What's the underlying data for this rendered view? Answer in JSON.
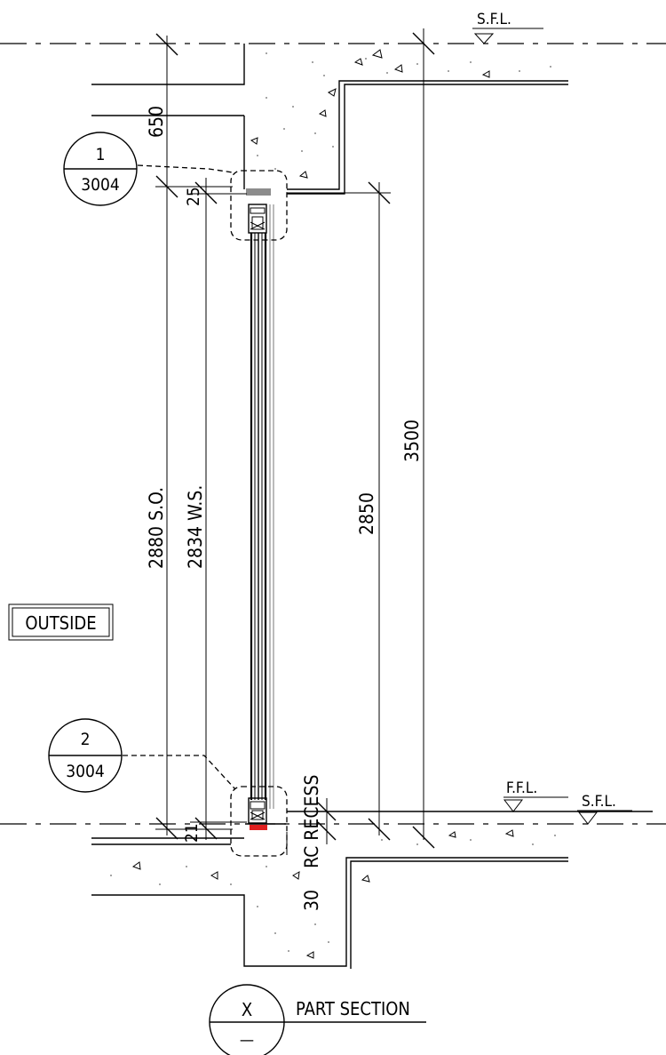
{
  "drawing": {
    "levels": {
      "top_sfl": "S.F.L.",
      "bottom_ffl": "F.F.L.",
      "bottom_sfl": "S.F.L."
    },
    "dimensions": {
      "top_slab": "650",
      "top_gap": "25",
      "structural_opening": "2880 S.O.",
      "window_size": "2834 W.S.",
      "clear_height": "2850",
      "floor_to_floor": "3500",
      "bottom_gap": "21",
      "recess_depth": "30"
    },
    "notes": {
      "rc_recess": "RC RECESS",
      "outside": "OUTSIDE"
    },
    "detail_callouts": [
      {
        "number": "1",
        "sheet": "3004"
      },
      {
        "number": "2",
        "sheet": "3004"
      }
    ],
    "section_title": {
      "marker": "X",
      "sheet": "—",
      "label": "PART SECTION"
    },
    "colors": {
      "line": "#000000",
      "concrete_speckle": "#888888",
      "sealant_top": "#8c8c8c",
      "sealant_bottom": "#e02020"
    }
  }
}
